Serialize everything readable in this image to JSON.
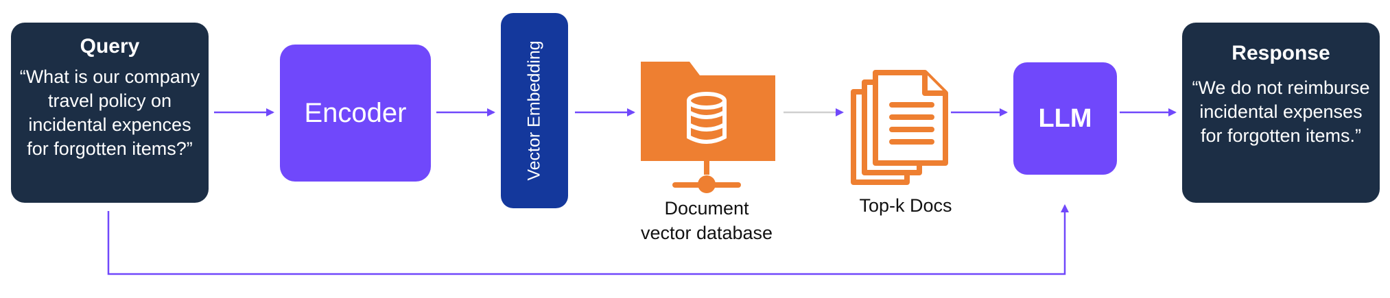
{
  "query": {
    "title": "Query",
    "text": "“What is our company travel policy on incidental expences for forgotten items?”"
  },
  "encoder": {
    "label": "Encoder"
  },
  "embedding": {
    "label": "Vector Embedding"
  },
  "database": {
    "label_line1": "Document",
    "label_line2": "vector database",
    "icon": "database-folder-icon"
  },
  "docs": {
    "label": "Top-k Docs",
    "icon": "documents-stack-icon"
  },
  "llm": {
    "label": "LLM"
  },
  "response": {
    "title": "Response",
    "text": "“We do not reimburse incidental expenses for forgotten items.”"
  },
  "colors": {
    "dark_box": "#1c2e45",
    "purple": "#7048fb",
    "blue": "#14389c",
    "orange": "#ee7f31",
    "arrow": "#7048fb"
  }
}
